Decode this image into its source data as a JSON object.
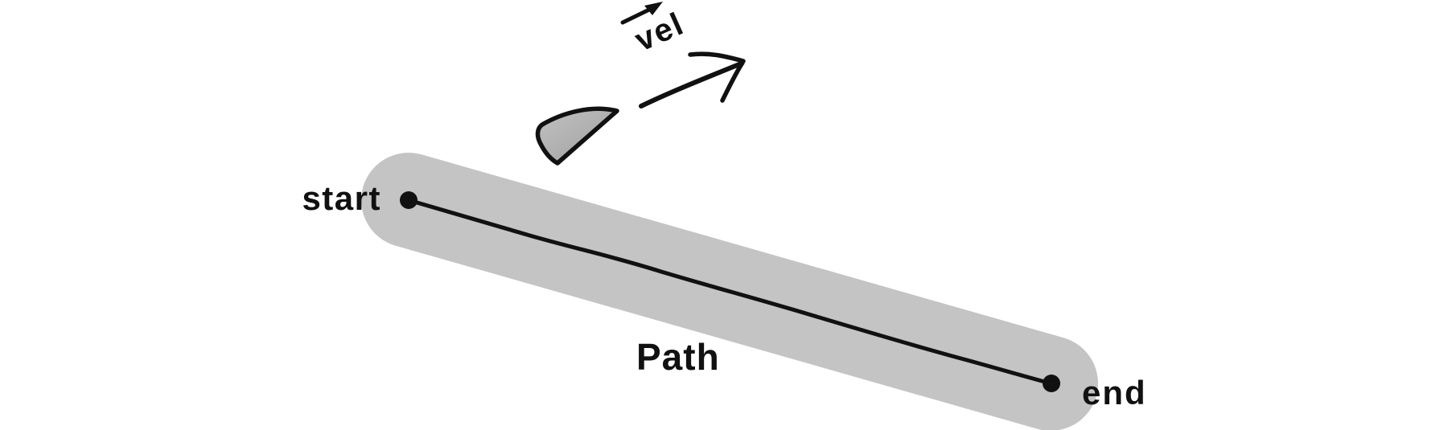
{
  "diagram": {
    "kind": "path-following sketch",
    "labels": {
      "start": "start",
      "end": "end",
      "path": "Path",
      "velocity": "vel"
    },
    "colors": {
      "background": "#ffffff",
      "corridor": "#c4c4c4",
      "cone_fill_light": "#c2c2c2",
      "cone_fill_dark": "#9e9e9e",
      "ink": "#111111"
    }
  }
}
